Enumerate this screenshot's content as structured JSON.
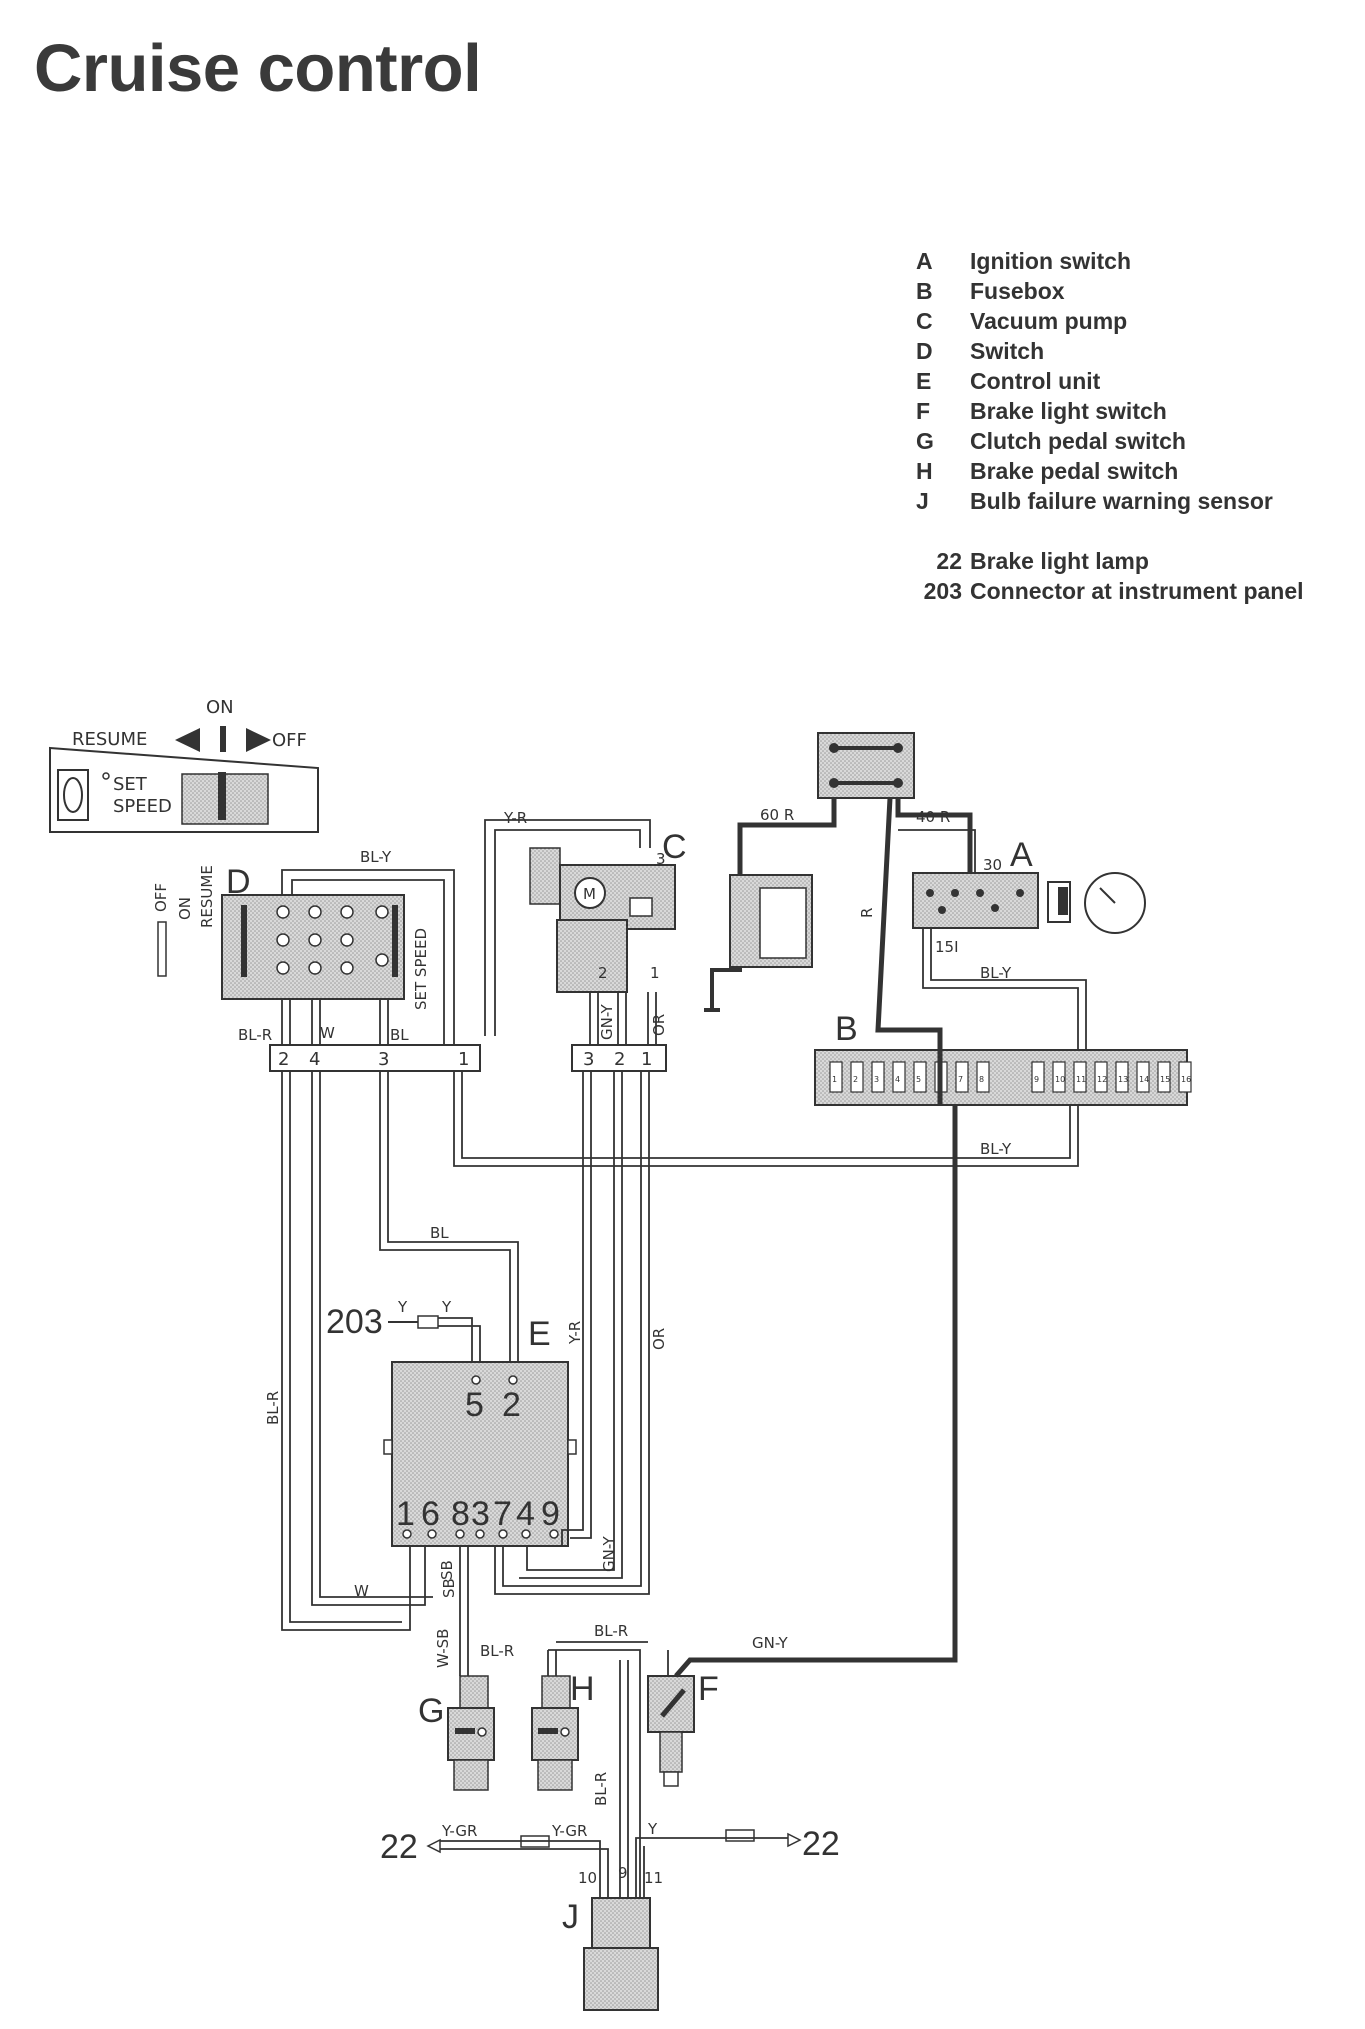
{
  "title": "Cruise control",
  "legend": [
    {
      "key": "A",
      "label": "Ignition switch"
    },
    {
      "key": "B",
      "label": "Fusebox"
    },
    {
      "key": "C",
      "label": "Vacuum pump"
    },
    {
      "key": "D",
      "label": "Switch"
    },
    {
      "key": "E",
      "label": "Control unit"
    },
    {
      "key": "F",
      "label": "Brake light switch"
    },
    {
      "key": "G",
      "label": "Clutch pedal switch"
    },
    {
      "key": "H",
      "label": "Brake pedal switch"
    },
    {
      "key": "J",
      "label": "Bulb failure warning sensor"
    }
  ],
  "legend_numbers": [
    {
      "key": "22",
      "label": "Brake light lamp"
    },
    {
      "key": "203",
      "label": "Connector at instrument panel"
    }
  ],
  "switch_panel": {
    "on": "ON",
    "resume": "RESUME",
    "off": "OFF",
    "set_speed": [
      "SET",
      "SPEED"
    ]
  },
  "switch_d": {
    "off": "OFF",
    "on": "ON",
    "resume": "RESUME",
    "set_speed": "SET SPEED"
  },
  "components": {
    "A": "A",
    "B": "B",
    "C": "C",
    "D": "D",
    "E": "E",
    "F": "F",
    "G": "G",
    "H": "H",
    "J": "J"
  },
  "connector_d_pins": [
    "2",
    "4",
    "3",
    "1"
  ],
  "connector_c_pins": [
    "3",
    "2",
    "1"
  ],
  "control_unit_top_pins": [
    "5",
    "2"
  ],
  "control_unit_bottom_pins": [
    "1",
    "6",
    "8",
    "3",
    "7",
    "4",
    "9"
  ],
  "pump_pins": [
    "3",
    "2",
    "1"
  ],
  "ignition_terminals": [
    "30",
    "15I"
  ],
  "sensor_pins": [
    "10",
    "9",
    "11"
  ],
  "ref_203": "203",
  "ref_22_left": "22",
  "ref_22_right": "22",
  "wire_labels": {
    "y_r_top": "Y-R",
    "bl_y_top": "BL-Y",
    "bl_r_d": "BL-R",
    "w_d": "W",
    "bl_d": "BL",
    "gn_y_c": "GN-Y",
    "or_c": "OR",
    "sixty_r": "60 R",
    "forty_r": "40 R",
    "r": "R",
    "bl_y_a": "BL-Y",
    "bl_y_fuse": "BL-Y",
    "bl_mid": "BL",
    "y_r_mid": "Y-R",
    "or_mid": "OR",
    "y_203a": "Y",
    "y_203b": "Y",
    "bl_r_left": "BL-R",
    "w_bottom": "W",
    "sb_b": "SB",
    "sb_a": "SB",
    "gn_y_e": "GN-Y",
    "bl_r_h": "BL-R",
    "bl_r_gh": "BL-R",
    "w_sb": "W-SB",
    "gn_y_f": "GN-Y",
    "bl_r_j": "BL-R",
    "y_gr_a": "Y-GR",
    "y_gr_b": "Y-GR",
    "y_j": "Y"
  },
  "fuse_numbers": [
    "1",
    "2",
    "3",
    "4",
    "5",
    "6",
    "7",
    "8",
    "9",
    "10",
    "11",
    "12",
    "13",
    "14",
    "15",
    "16"
  ]
}
